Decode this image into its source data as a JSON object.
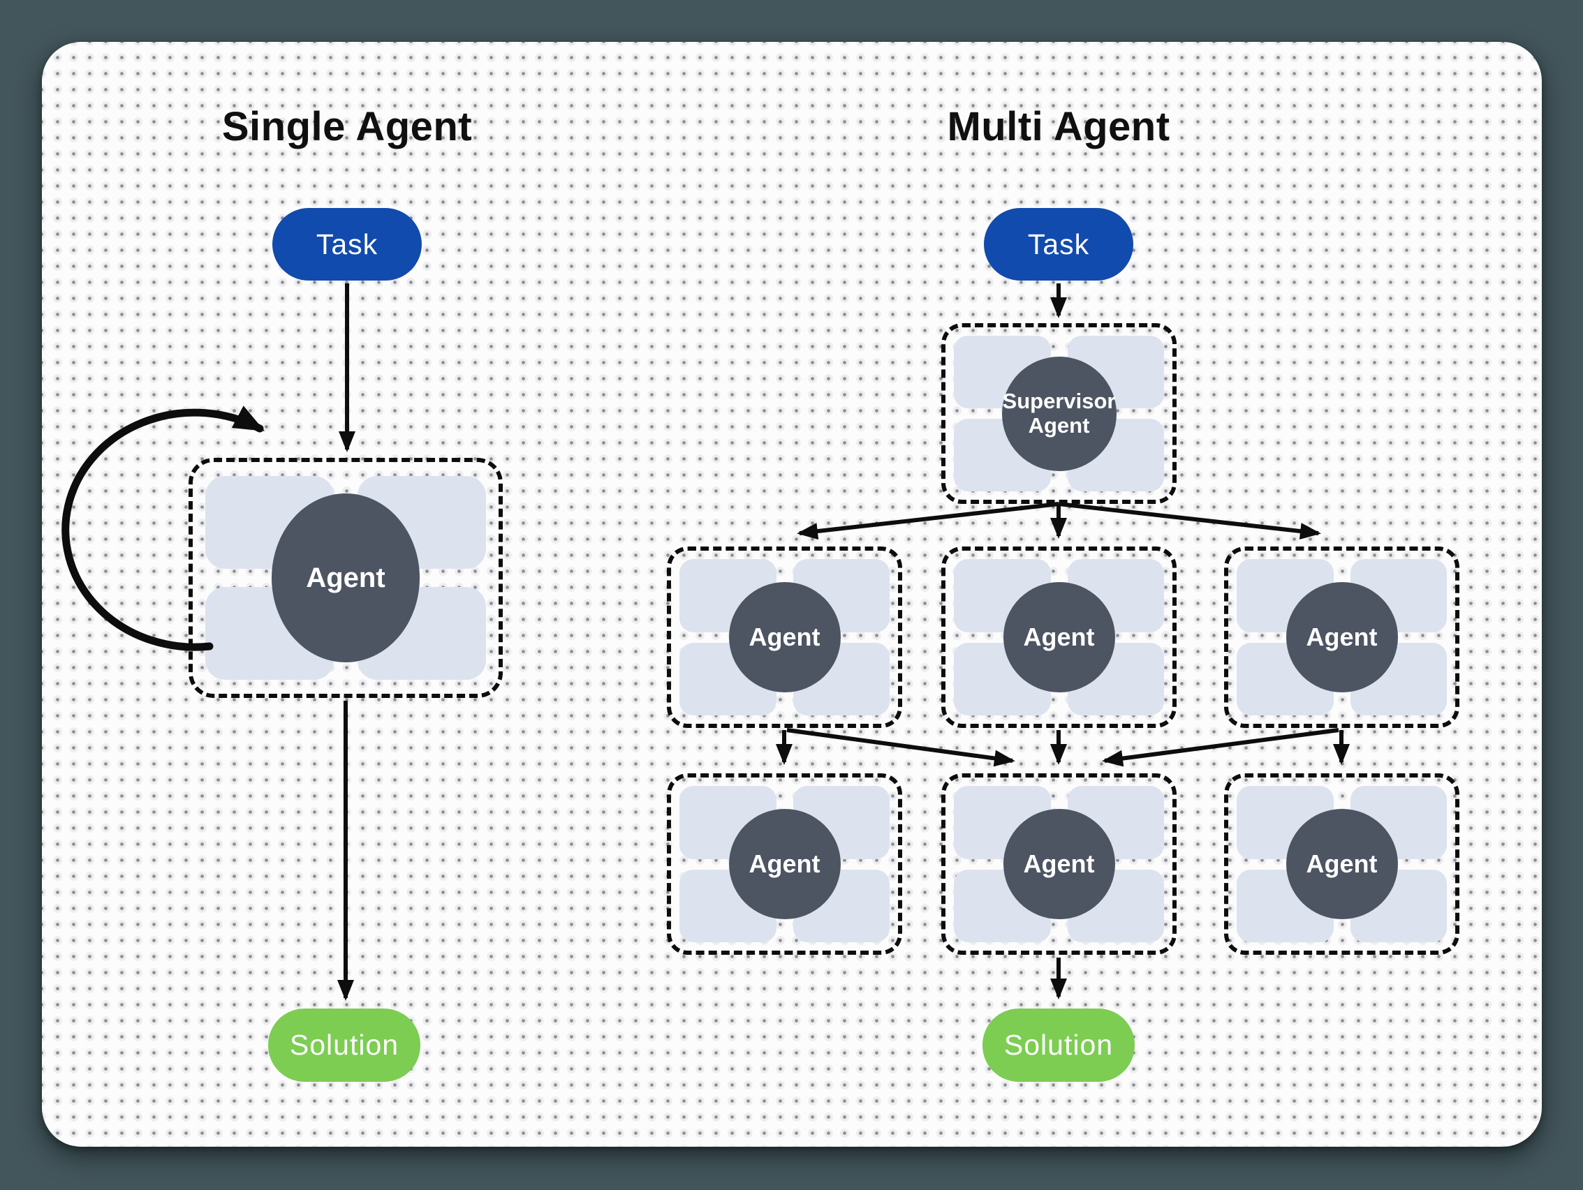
{
  "left_panel": {
    "title": "Single Agent",
    "task_label": "Task",
    "agent_label": "Agent",
    "solution_label": "Solution"
  },
  "right_panel": {
    "title": "Multi Agent",
    "task_label": "Task",
    "supervisor_lines": [
      "Supervisor",
      "Agent"
    ],
    "row1_agents": [
      "Agent",
      "Agent",
      "Agent"
    ],
    "row2_agents": [
      "Agent",
      "Agent",
      "Agent"
    ],
    "solution_label": "Solution"
  },
  "colors": {
    "page_bg": "#43565b",
    "canvas_bg": "#fcfcfd",
    "grid_dot": "#8f9094",
    "task_fill": "#114bad",
    "solution_fill": "#7ccd52",
    "circle_fill": "#4d5462",
    "tile_fill": "#dce3ee",
    "line_color": "#0d0d0d",
    "title_text": "#101010"
  }
}
